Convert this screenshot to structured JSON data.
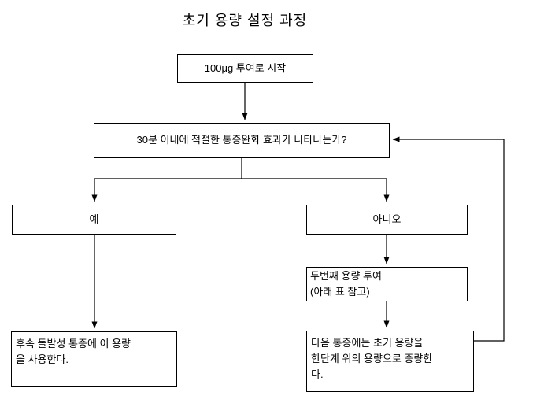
{
  "title": "초기 용량 설정 과정",
  "nodes": {
    "start": {
      "label": "100μg 투여로 시작"
    },
    "decision": {
      "label": "30분 이내에 적절한 통증완화 효과가 나타나는가?"
    },
    "yes": {
      "label": "예"
    },
    "no": {
      "label": "아니오"
    },
    "second_dose": {
      "label": "두번째 용량 투여\n(아래 표 참고)"
    },
    "use_dose": {
      "label": "후속 돌발성 통증에 이 용량\n을 사용한다."
    },
    "increase_dose": {
      "label": "다음 통증에는 초기 용량을\n한단계 위의 용량으로 증량한\n다."
    }
  },
  "colors": {
    "background": "#ffffff",
    "line": "#000000",
    "border": "#000000",
    "text": "#000000"
  }
}
